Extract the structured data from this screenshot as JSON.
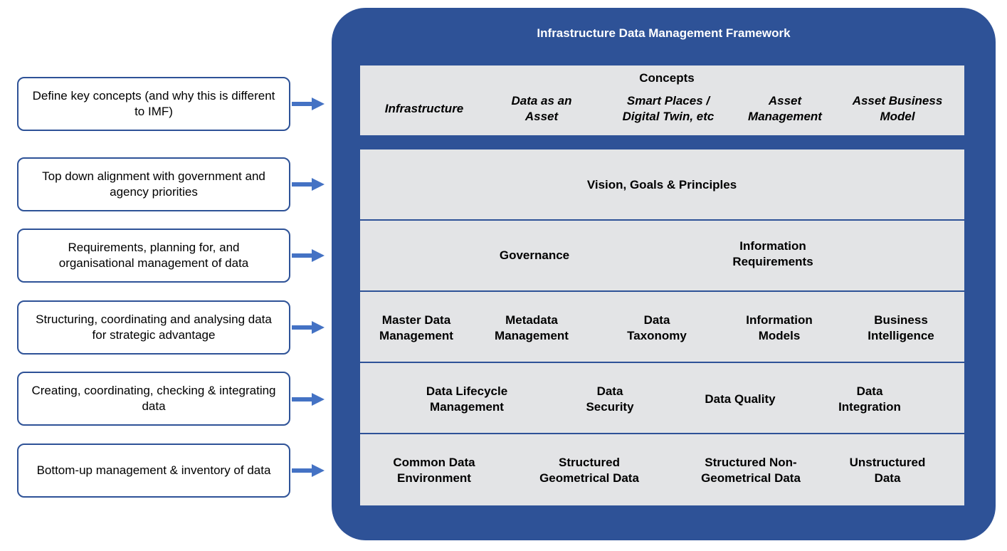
{
  "left_boxes": [
    "Define key concepts (and why this is different to IMF)",
    "Top down alignment with government and agency priorities",
    "Requirements, planning for, and organisational management of data",
    "Structuring, coordinating and analysing data for strategic advantage",
    "Creating, coordinating, checking & integrating data",
    "Bottom-up management & inventory of data"
  ],
  "framework": {
    "title": "Infrastructure Data Management Framework",
    "concepts": {
      "title": "Concepts",
      "items": {
        "a1": "Infrastructure",
        "b1": "Data as an",
        "b2": "Asset",
        "c1": "Smart Places /",
        "c2": "Digital Twin, etc",
        "d1": "Asset",
        "d2": "Management",
        "e1": "Asset Business",
        "e2": "Model"
      }
    },
    "vision": "Vision, Goals & Principles",
    "governance": {
      "a1": "Governance",
      "b1": "Information",
      "b2": "Requirements"
    },
    "structuring": {
      "a1": "Master Data",
      "a2": "Management",
      "b1": "Metadata",
      "b2": "Management",
      "c1": "Data",
      "c2": "Taxonomy",
      "d1": "Information",
      "d2": "Models",
      "e1": "Business",
      "e2": "Intelligence"
    },
    "lifecycle": {
      "a1": "Data Lifecycle",
      "a2": "Management",
      "b1": "Data",
      "b2": "Security",
      "c1": "Data Quality",
      "d1": "Data",
      "d2": "Integration"
    },
    "inventory": {
      "a1": "Common Data",
      "a2": "Environment",
      "b1": "Structured",
      "b2": "Geometrical Data",
      "c1": "Structured Non-",
      "c2": "Geometrical Data",
      "d1": "Unstructured",
      "d2": "Data"
    }
  },
  "colors": {
    "frame": "#2e5297",
    "panel": "#e3e4e6",
    "arrow": "#4472c4"
  }
}
